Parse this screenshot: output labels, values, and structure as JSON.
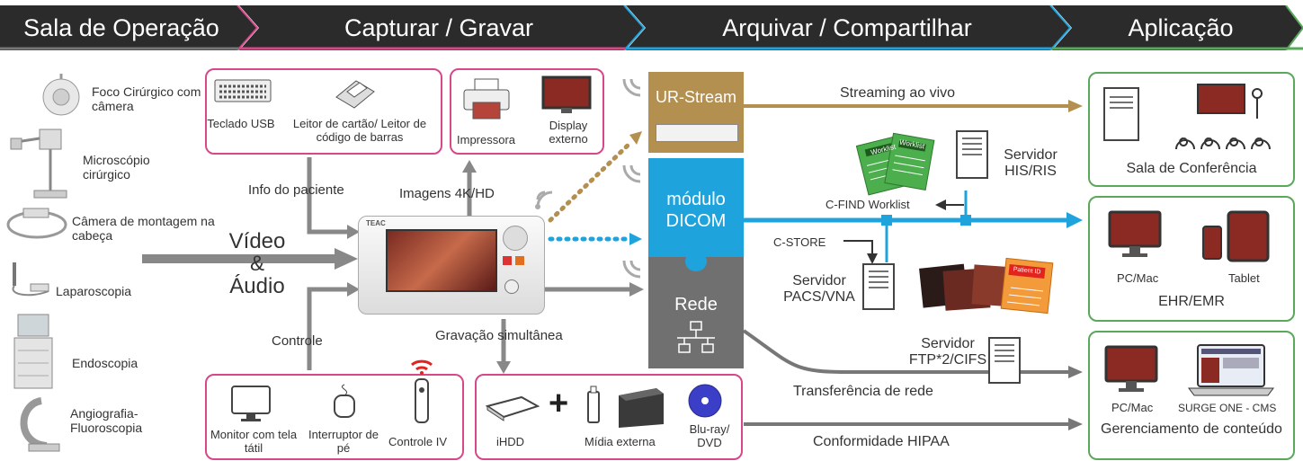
{
  "header": {
    "stage1": "Sala de Operação",
    "stage2": "Capturar / Gravar",
    "stage3": "Arquivar / Compartilhar",
    "stage4": "Aplicação"
  },
  "sources": [
    {
      "label": "Foco Cirúrgico com câmera"
    },
    {
      "label": "Microscópio cirúrgico"
    },
    {
      "label": "Câmera de montagem na cabeça"
    },
    {
      "label": "Laparoscopia"
    },
    {
      "label": "Endoscopia"
    },
    {
      "label": "Angiografia-Fluoroscopia"
    }
  ],
  "center": {
    "video_audio_1": "Vídeo",
    "video_audio_2": "&",
    "video_audio_3": "Áudio",
    "patient_info": "Info do paciente",
    "images": "Imagens 4K/HD",
    "control": "Controle",
    "simultaneous": "Gravação simultânea",
    "device_brand": "TEAC"
  },
  "input_box": {
    "keyboard": "Teclado USB",
    "reader": "Leitor de cartão/ Leitor de código de barras"
  },
  "output_box": {
    "printer": "Impressora",
    "display": "Display externo"
  },
  "control_box": {
    "monitor": "Monitor com tela tátil",
    "foot": "Interruptor de pé",
    "ir": "Controle IV"
  },
  "storage_box": {
    "ihdd": "iHDD",
    "plus": "+",
    "external": "Mídia externa",
    "bluray": "Blu-ray/ DVD"
  },
  "modules": {
    "urstream": "UR-Stream",
    "dicom": "módulo DICOM",
    "rede": "Rede"
  },
  "links": {
    "streaming": "Streaming ao vivo",
    "cfind": "C-FIND Worklist",
    "cstore": "C-STORE",
    "transfer": "Transferência de rede",
    "hipaa": "Conformidade HIPAA",
    "worklist": "Worklist",
    "patient_id": "Patient ID"
  },
  "servers": {
    "his": "Servidor HIS/RIS",
    "pacs": "Servidor PACS/VNA",
    "ftp": "Servidor FTP*2/CIFS"
  },
  "apps": {
    "conference": "Sala de Conferência",
    "pc1": "PC/Mac",
    "tablet": "Tablet",
    "ehr": "EHR/EMR",
    "pc2": "PC/Mac",
    "surge": "SURGE ONE - CMS",
    "content": "Gerenciamento de conteúdo"
  },
  "colors": {
    "header_dark": "#2b2b2b",
    "pink": "#d6488a",
    "blue": "#1fa3dd",
    "gold": "#b3904f",
    "gray": "#707070",
    "green": "#5aa85a"
  }
}
